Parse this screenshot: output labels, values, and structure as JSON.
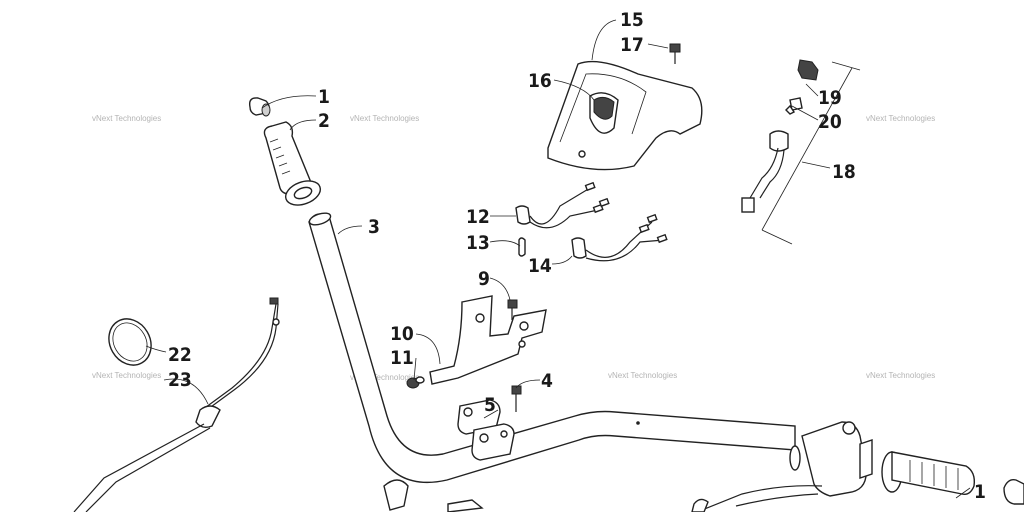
{
  "callouts": [
    {
      "id": "c1",
      "label": "1"
    },
    {
      "id": "c2",
      "label": "2"
    },
    {
      "id": "c3",
      "label": "3"
    },
    {
      "id": "c4",
      "label": "4"
    },
    {
      "id": "c5",
      "label": "5"
    },
    {
      "id": "c9",
      "label": "9"
    },
    {
      "id": "c10",
      "label": "10"
    },
    {
      "id": "c11",
      "label": "11"
    },
    {
      "id": "c12",
      "label": "12"
    },
    {
      "id": "c13",
      "label": "13"
    },
    {
      "id": "c14",
      "label": "14"
    },
    {
      "id": "c15",
      "label": "15"
    },
    {
      "id": "c16",
      "label": "16"
    },
    {
      "id": "c17",
      "label": "17"
    },
    {
      "id": "c18",
      "label": "18"
    },
    {
      "id": "c19",
      "label": "19"
    },
    {
      "id": "c20",
      "label": "20"
    },
    {
      "id": "c22",
      "label": "22"
    },
    {
      "id": "c23",
      "label": "23"
    },
    {
      "id": "c1b",
      "label": "1"
    }
  ],
  "watermark": "vNext Technologies"
}
